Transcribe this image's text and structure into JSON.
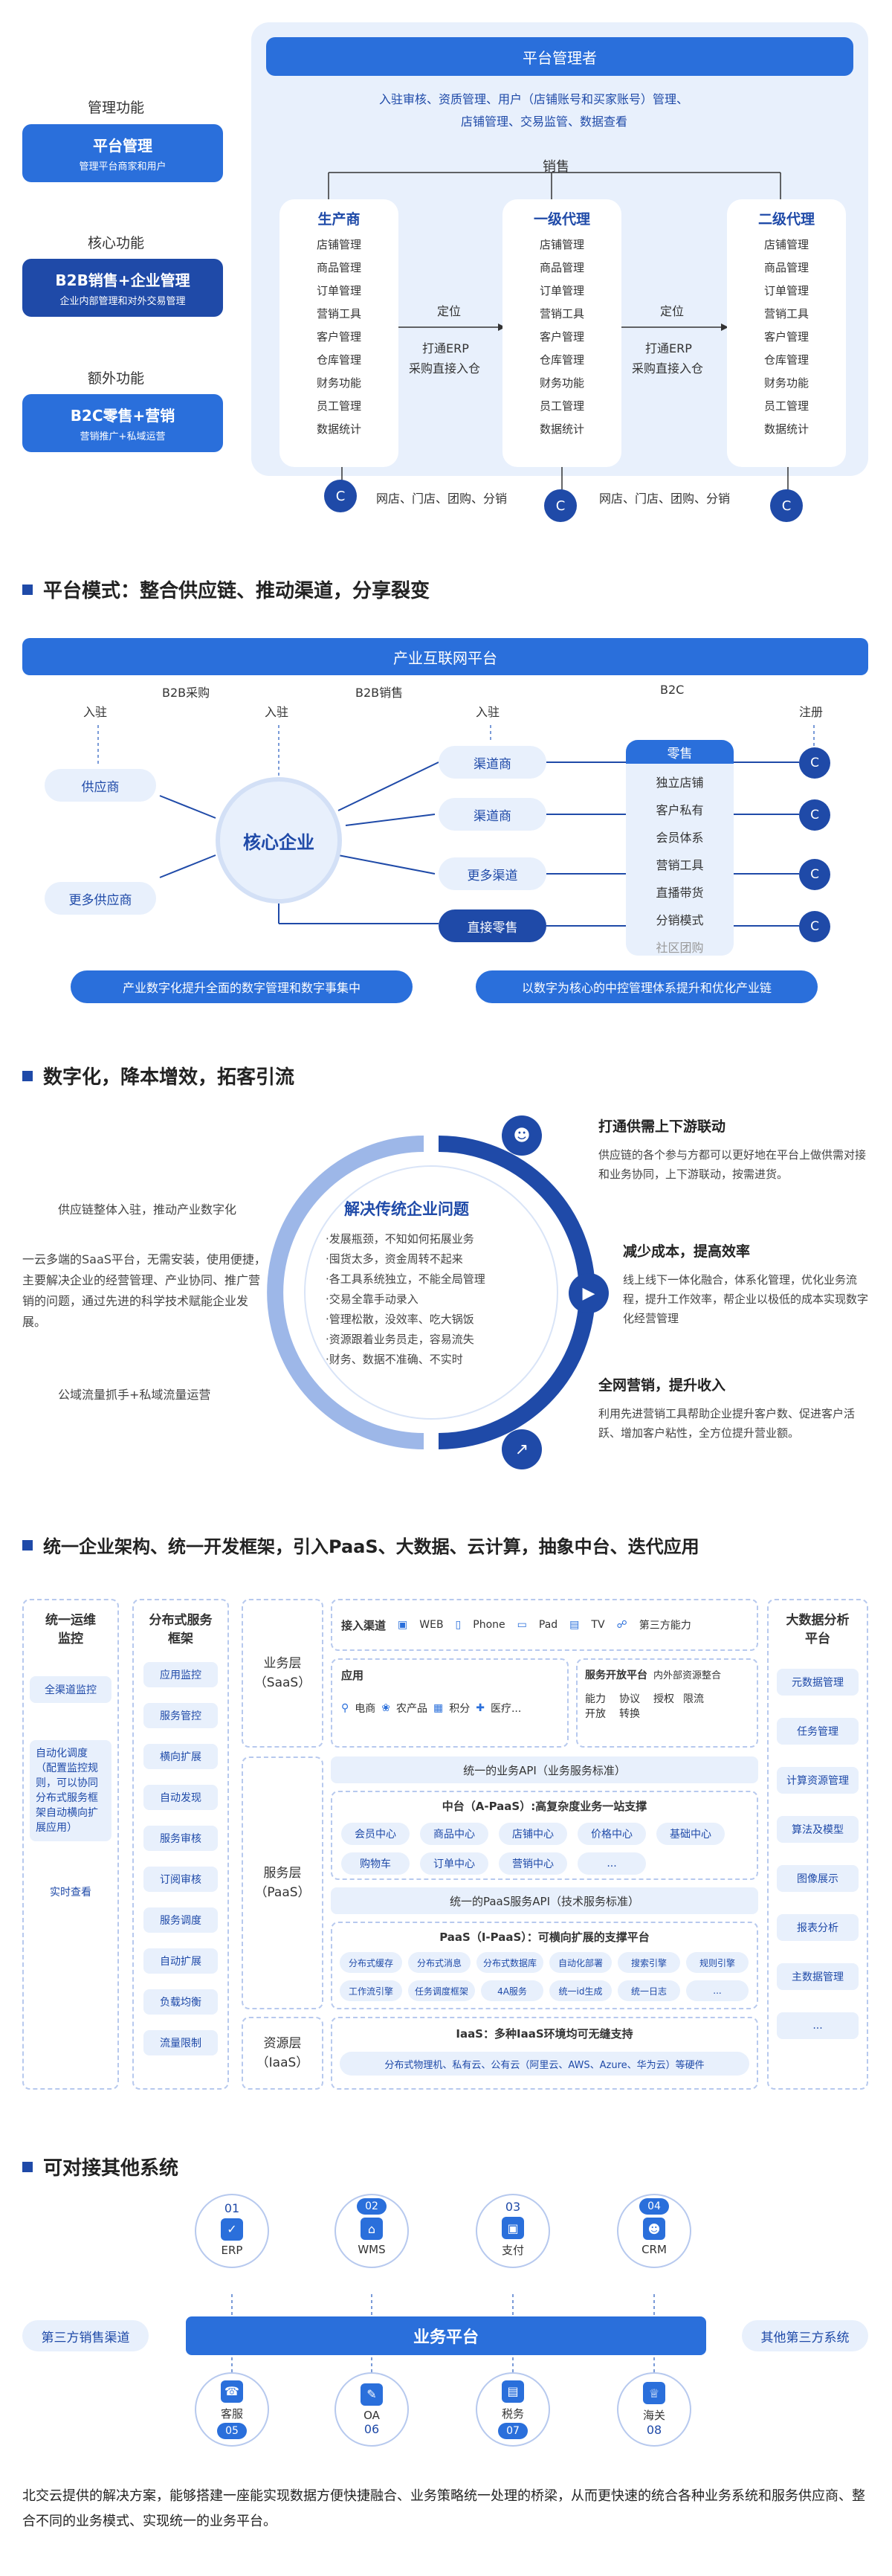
{
  "s1": {
    "func1": "管理功能",
    "box1_title": "平台管理",
    "box1_sub": "管理平台商家和用户",
    "func2": "核心功能",
    "box2_title": "B2B销售+企业管理",
    "box2_sub": "企业内部管理和对外交易管理",
    "func3": "额外功能",
    "box3_title": "B2C零售+营销",
    "box3_sub": "营销推广+私域运营",
    "admin_title": "平台管理者",
    "admin_desc1": "入驻审核、资质管理、用户（店铺账号和买家账号）管理、",
    "admin_desc2": "店铺管理、交易监管、数据查看",
    "sales": "销售",
    "producer": "生产商",
    "agent1": "一级代理",
    "agent2": "二级代理",
    "items": [
      "店铺管理",
      "商品管理",
      "订单管理",
      "营销工具",
      "客户管理",
      "仓库管理",
      "财务功能",
      "员工管理",
      "数据统计"
    ],
    "pos": "定位",
    "erp1": "打通ERP",
    "erp2": "采购直接入仓",
    "channels": "网店、门店、团购、分销",
    "c": "C"
  },
  "s2": {
    "title": "平台模式：整合供应链、推动渠道，分享裂变",
    "platform": "产业互联网平台",
    "join": "入驻",
    "b2b_buy": "B2B采购",
    "b2b_sell": "B2B销售",
    "b2c": "B2C",
    "register": "注册",
    "supplier": "供应商",
    "more_supplier": "更多供应商",
    "core": "核心企业",
    "ch1": "渠道商",
    "ch2": "渠道商",
    "ch3": "更多渠道",
    "direct": "直接零售",
    "retail": "零售",
    "retail_items": [
      "独立店铺",
      "客户私有",
      "会员体系",
      "营销工具",
      "直播带货",
      "分销模式",
      "社区团购"
    ],
    "c": "C",
    "banner1": "产业数字化提升全面的数字管理和数字事集中",
    "banner2": "以数字为核心的中控管理体系提升和优化产业链"
  },
  "s3": {
    "title": "数字化，降本增效，拓客引流",
    "left1": "供应链整体入驻，推动产业数字化",
    "left2": "一云多端的SaaS平台，无需安装，使用便捷，主要解决企业的经营管理、产业协同、推广营销的问题，通过先进的科学技术赋能企业发展。",
    "left3": "公域流量抓手+私域流量运营",
    "center_title": "解决传统企业问题",
    "center_items": [
      "·发展瓶颈，不知如何拓展业务",
      "·囤货太多，资金周转不起来",
      "·各工具系统独立，不能全局管理",
      "·交易全靠手动录入",
      "·管理松散，没效率、吃大锅饭",
      "·资源跟着业务员走，容易流失",
      "·财务、数据不准确、不实时"
    ],
    "r1_title": "打通供需上下游联动",
    "r1_desc": "供应链的各个参与方都可以更好地在平台上做供需对接和业务协同，上下游联动，按需进货。",
    "r2_title": "减少成本，提高效率",
    "r2_desc": "线上线下一体化融合，体系化管理，优化业务流程，提升工作效率，帮企业以极低的成本实现数字化经营管理",
    "r3_title": "全网营销，提升收入",
    "r3_desc": "利用先进营销工具帮助企业提升客户数、促进客户活跃、增加客户粘性，全方位提升营业额。"
  },
  "s4": {
    "title": "统一企业架构、统一开发框架，引入PaaS、大数据、云计算，抽象中台、迭代应用",
    "ops_title": "统一运维监控",
    "ops_items": [
      "全渠道监控",
      "自动化调度（配置监控规则，可以协同分布式服务框架自动横向扩展应用）",
      "实时查看"
    ],
    "dist_title": "分布式服务框架",
    "dist_items": [
      "应用监控",
      "服务管控",
      "横向扩展",
      "自动发现",
      "服务审核",
      "订阅审核",
      "服务调度",
      "自动扩展",
      "负载均衡",
      "流量限制"
    ],
    "saas": "业务层（SaaS）",
    "paas": "服务层（PaaS）",
    "iaas": "资源层（IaaS）",
    "access": "接入渠道",
    "access_items": [
      "WEB",
      "Phone",
      "Pad",
      "TV",
      "第三方能力"
    ],
    "app": "应用",
    "app_items": [
      "电商",
      "农产品",
      "积分",
      "医疗..."
    ],
    "open": "服务开放平台",
    "open_desc": "内外部资源整合",
    "open_items": [
      "能力开放",
      "协议转换",
      "授权",
      "限流"
    ],
    "api1": "统一的业务API（业务服务标准）",
    "apaas": "中台（A-PaaS）:高复杂度业务一站支撑",
    "apaas_items": [
      "会员中心",
      "商品中心",
      "店铺中心",
      "价格中心",
      "基础中心",
      "购物车",
      "订单中心",
      "营销中心",
      "..."
    ],
    "api2": "统一的PaaS服务API（技术服务标准）",
    "ipaas": "PaaS（I-PaaS）：可横向扩展的支撑平台",
    "ipaas_items": [
      "分布式缓存",
      "分布式消息",
      "分布式数据库",
      "自动化部署",
      "搜索引擎",
      "规则引擎",
      "工作流引擎",
      "任务调度框架",
      "4A服务",
      "统一id生成",
      "统一日志",
      "..."
    ],
    "iaas_title": "IaaS：多种IaaS环境均可无缝支持",
    "iaas_desc": "分布式物理机、私有云、公有云（阿里云、AWS、Azure、华为云）等硬件",
    "bd_title": "大数据分析平台",
    "bd_items": [
      "元数据管理",
      "任务管理",
      "计算资源管理",
      "算法及模型",
      "图像展示",
      "报表分析",
      "主数据管理",
      "..."
    ]
  },
  "s5": {
    "title": "可对接其他系统",
    "top": [
      {
        "n": "01",
        "l": "ERP"
      },
      {
        "n": "02",
        "l": "WMS"
      },
      {
        "n": "03",
        "l": "支付"
      },
      {
        "n": "04",
        "l": "CRM"
      }
    ],
    "bottom": [
      {
        "n": "05",
        "l": "客服"
      },
      {
        "n": "06",
        "l": "OA"
      },
      {
        "n": "07",
        "l": "税务"
      },
      {
        "n": "08",
        "l": "海关"
      }
    ],
    "left": "第三方销售渠道",
    "center": "业务平台",
    "right": "其他第三方系统",
    "footer": "北交云提供的解决方案，能够搭建一座能实现数据方便快捷融合、业务策略统一处理的桥梁，从而更快速的统合各种业务系统和服务供应商、整合不同的业务模式、实现统一的业务平台。"
  },
  "colors": {
    "primary": "#1f4aa8",
    "accent": "#2a6fdb",
    "light": "#e8f0fc"
  }
}
